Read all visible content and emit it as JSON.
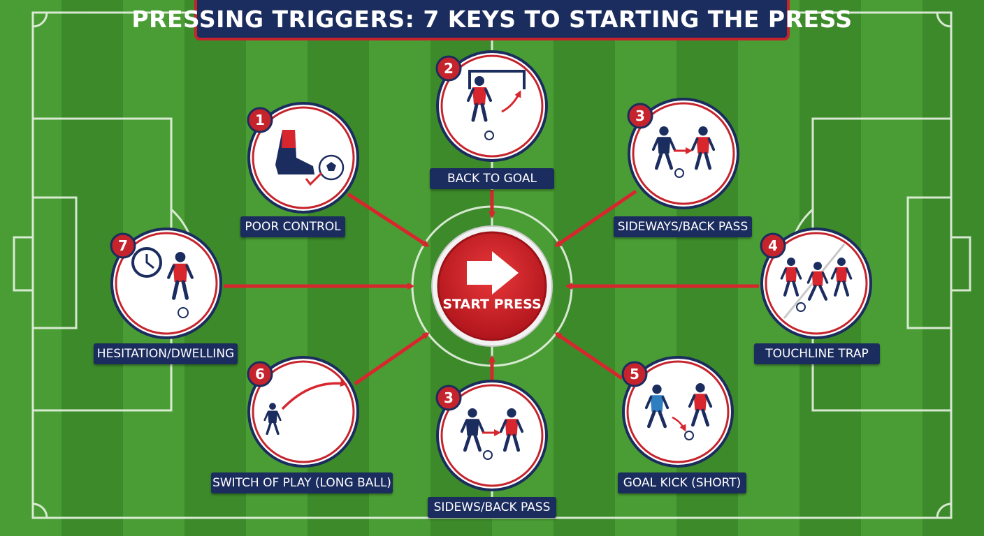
{
  "title": "PRESSING TRIGGERS: 7 KEYS TO STARTING THE PRESS",
  "center": {
    "label": "START PRESS",
    "icon": "arrow-right-icon"
  },
  "colors": {
    "pitch_light": "#4a9d34",
    "pitch_dark": "#3c8a2a",
    "navy": "#1b2c5e",
    "red": "#d8262e",
    "line": "#e8f3e4"
  },
  "triggers": [
    {
      "id": "poor-control",
      "number": "1",
      "label": "POOR CONTROL",
      "icon": "boot-ball-icon"
    },
    {
      "id": "back-to-goal",
      "number": "2",
      "label": "BACK TO GOAL",
      "icon": "player-back-to-goal-icon"
    },
    {
      "id": "sideways-back-pass-top",
      "number": "3",
      "label": "SIDEWAYS/BACK PASS",
      "icon": "pass-players-icon"
    },
    {
      "id": "touchline-trap",
      "number": "4",
      "label": "TOUCHLINE TRAP",
      "icon": "touchline-players-icon"
    },
    {
      "id": "goal-kick-short",
      "number": "5",
      "label": "GOAL KICK (SHORT)",
      "icon": "goal-kick-icon"
    },
    {
      "id": "sidews-back-pass-bottom",
      "number": "3",
      "label": "SIDEWS/BACK PASS",
      "icon": "pass-players-icon"
    },
    {
      "id": "switch-of-play",
      "number": "6",
      "label": "SWITCH OF PLAY (LONG BALL)",
      "icon": "long-ball-icon"
    },
    {
      "id": "hesitation",
      "number": "7",
      "label": "HESITATION/DWELLING",
      "icon": "clock-player-icon"
    }
  ]
}
